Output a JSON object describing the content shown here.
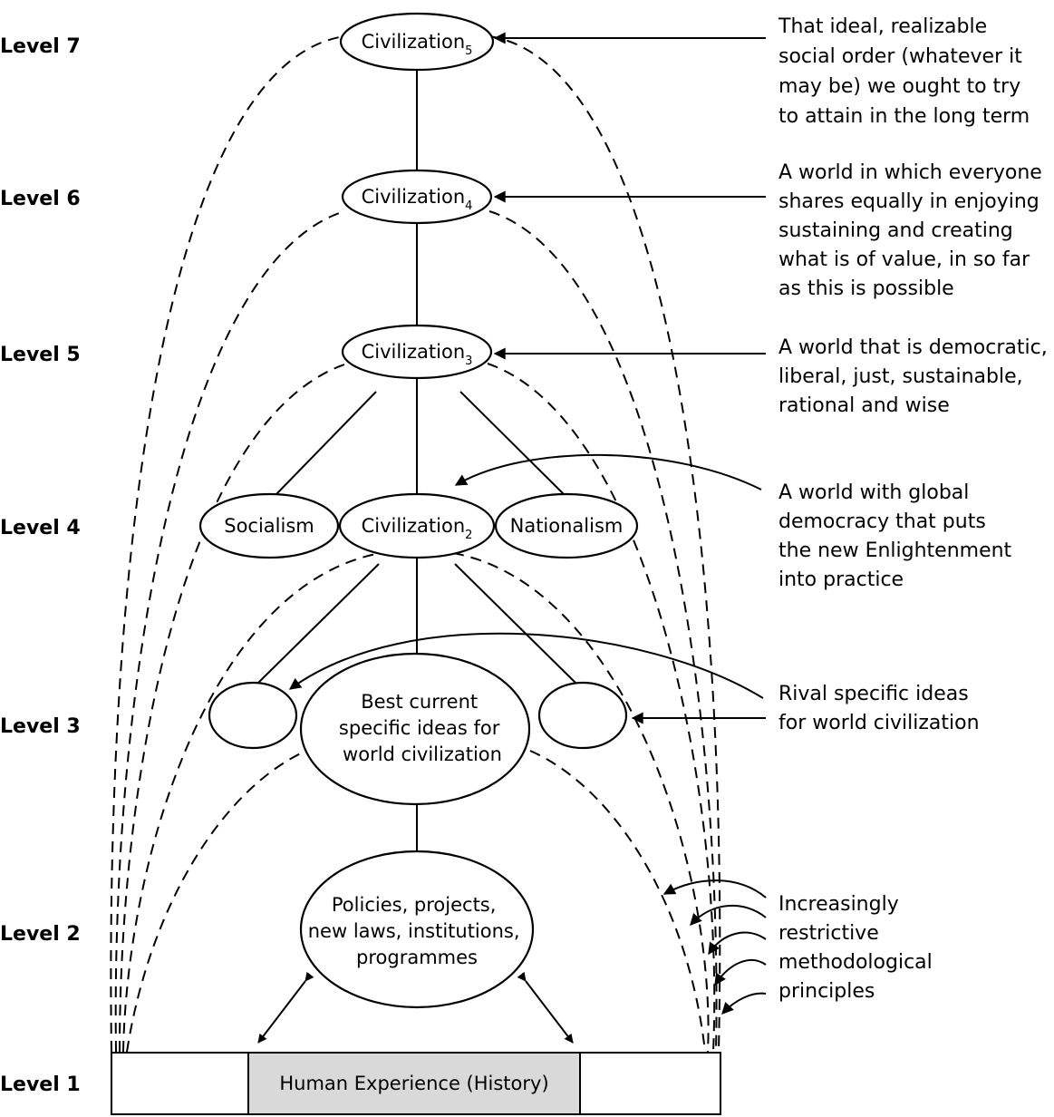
{
  "levels": [
    "Level 7",
    "Level 6",
    "Level 5",
    "Level 4",
    "Level 3",
    "Level 2",
    "Level 1"
  ],
  "nodes": {
    "civ5": {
      "base": "Civilization",
      "sub": "5"
    },
    "civ4": {
      "base": "Civilization",
      "sub": "4"
    },
    "civ3": {
      "base": "Civilization",
      "sub": "3"
    },
    "civ2": {
      "base": "Civilization",
      "sub": "2"
    },
    "socialism": "Socialism",
    "nationalism": "Nationalism",
    "best_ideas": [
      "Best current",
      "specific ideas for",
      "world civilization"
    ],
    "policies": [
      "Policies, projects,",
      "new laws, institutions,",
      "programmes"
    ],
    "human_experience": "Human Experience (History)"
  },
  "annotations": {
    "level7": [
      "That ideal, realizable",
      "social order (whatever it",
      "may be) we ought to try",
      "to attain in the long term"
    ],
    "level6": [
      "A world in which everyone",
      "shares equally in enjoying",
      "sustaining and creating",
      "what is of value, in so far",
      "as this is possible"
    ],
    "level5": [
      "A world that is democratic,",
      "liberal, just, sustainable,",
      "rational and wise"
    ],
    "level4": [
      "A world with global",
      "democracy that puts",
      "the new Enlightenment",
      "into practice"
    ],
    "level3": [
      "Rival specific ideas",
      "for world civilization"
    ],
    "level2": [
      "Increasingly",
      "restrictive",
      "methodological",
      "principles"
    ]
  },
  "colors": {
    "line": "#000000",
    "background": "#ffffff",
    "experience_fill": "#d9d9d9"
  }
}
